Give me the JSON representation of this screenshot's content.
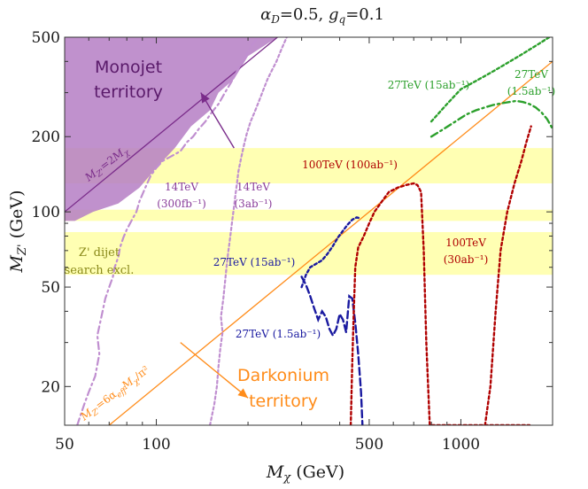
{
  "chart_data": {
    "type": "line",
    "title": "αD=0.5, gq=0.1",
    "title_parts": {
      "a": "α",
      "a_sub": "D",
      "a_val": "=0.5, ",
      "g": "g",
      "g_sub": "q",
      "g_val": "=0.1"
    },
    "xlabel": {
      "sym": "M",
      "sub": "χ",
      "unit": " (GeV)"
    },
    "ylabel": {
      "sym": "M",
      "sub": "Z'",
      "unit": " (GeV)"
    },
    "x_scale": "log",
    "y_scale": "log",
    "xlim": [
      50,
      2000
    ],
    "ylim": [
      14,
      500
    ],
    "x_ticks": [
      {
        "v": 50,
        "label": "50"
      },
      {
        "v": 100,
        "label": "100"
      },
      {
        "v": 500,
        "label": "500"
      },
      {
        "v": 1000,
        "label": "1000"
      }
    ],
    "y_ticks": [
      {
        "v": 20,
        "label": "20"
      },
      {
        "v": 50,
        "label": "50"
      },
      {
        "v": 100,
        "label": "100"
      },
      {
        "v": 200,
        "label": "200"
      },
      {
        "v": 500,
        "label": "500"
      }
    ],
    "grid": false,
    "colors": {
      "monojet_fill": "#b57ec4",
      "monojet_line": "#7a2c8a",
      "monojet_text": "#5a1a6a",
      "dijet_band": "#ffffb3",
      "dijet_text": "#8a8a1a",
      "darkonium": "#ff8c1a",
      "lhc14": "#c08fd0",
      "lhc14_text": "#8a3d9a",
      "hl27": "#1a1aa0",
      "fcc100": "#b00000",
      "he27_green": "#2ca02c"
    },
    "regions": {
      "monojet": {
        "label_line1": "Monojet",
        "label_line2": "territory",
        "boundary_label": {
          "sym": "M",
          "sub": "Z'",
          "rhs": "=2",
          "sym2": "M",
          "sub2": "χ"
        }
      },
      "darkonium": {
        "label_line1": "Darkonium",
        "label_line2": "territory",
        "boundary_label": {
          "sym": "M",
          "sub": "Z'",
          "rhs": "=6α",
          "sub_eff": "eff",
          "sym2": "M",
          "sub2": "χ",
          "tail": "/π²"
        }
      },
      "dijet": {
        "label_line1": "Z' dijet",
        "label_line2": "search excl.",
        "bands": [
          [
            130,
            180
          ],
          [
            92,
            102
          ],
          [
            56,
            83
          ]
        ]
      }
    },
    "series": [
      {
        "name": "14TeV (300fb⁻¹)",
        "label_line1": "14TeV",
        "label_line2": "(300fb⁻¹)",
        "x": [
          55,
          58,
          60,
          63,
          65,
          64,
          66,
          68,
          70,
          72,
          73,
          75,
          76,
          78,
          80,
          82,
          84,
          86,
          88,
          92,
          96,
          100,
          105,
          110,
          115,
          120,
          126,
          132,
          138,
          145,
          152,
          160,
          168,
          176,
          185,
          194,
          205,
          215
        ],
        "y": [
          14,
          17,
          19,
          22,
          27,
          32,
          38,
          45,
          50,
          55,
          60,
          66,
          72,
          79,
          85,
          90,
          95,
          100,
          110,
          125,
          140,
          150,
          160,
          165,
          170,
          175,
          190,
          200,
          215,
          230,
          250,
          270,
          300,
          330,
          370,
          410,
          460,
          500
        ]
      },
      {
        "name": "14TeV (3ab⁻¹)",
        "label_line1": "14TeV",
        "label_line2": "(3ab⁻¹)",
        "x": [
          150,
          155,
          158,
          160,
          162,
          165,
          163,
          166,
          168,
          170,
          172,
          174,
          176,
          178,
          180,
          182,
          184,
          186,
          190,
          194,
          198,
          204,
          210,
          218,
          225,
          232,
          240,
          248,
          258,
          268
        ],
        "y": [
          14,
          17,
          20,
          24,
          28,
          33,
          38,
          45,
          52,
          60,
          68,
          76,
          85,
          95,
          105,
          118,
          130,
          145,
          165,
          185,
          205,
          230,
          250,
          280,
          310,
          340,
          370,
          400,
          450,
          500
        ]
      },
      {
        "name": "27TeV (15ab⁻¹)",
        "label_line1": "27TeV (15ab⁻¹)",
        "x": [
          300,
          310,
          320,
          335,
          350,
          365,
          380,
          395,
          410,
          425,
          440,
          455,
          470
        ],
        "y": [
          50,
          56,
          60,
          62,
          64,
          68,
          73,
          79,
          84,
          89,
          93,
          95,
          94
        ]
      },
      {
        "name": "27TeV (1.5ab⁻¹)",
        "label_line1": "27TeV (1.5ab⁻¹)",
        "x": [
          300,
          310,
          320,
          330,
          340,
          350,
          360,
          370,
          380,
          390,
          400,
          410,
          420,
          430,
          440,
          450,
          460,
          470,
          475
        ],
        "y": [
          55,
          51,
          46,
          41,
          37,
          40,
          38,
          34,
          32,
          34,
          39,
          37,
          33,
          46,
          45,
          36,
          27,
          19,
          14
        ]
      },
      {
        "name": "100TeV (100ab⁻¹)",
        "label_line1": "100TeV (100ab⁻¹)",
        "x": [
          435,
          440,
          445,
          450,
          460,
          480,
          500,
          520,
          550,
          580,
          620,
          660,
          700,
          720,
          740,
          755,
          770,
          790,
          810,
          840,
          870,
          900,
          940,
          990,
          1040,
          1100,
          1160,
          1220,
          1280,
          1340,
          1400,
          1450,
          1500,
          1550,
          1600,
          1640,
          1680
        ],
        "y": [
          14,
          25,
          40,
          60,
          72,
          80,
          90,
          100,
          110,
          120,
          125,
          128,
          130,
          128,
          120,
          70,
          30,
          14,
          14,
          14,
          14,
          14,
          14,
          14,
          14,
          14,
          14,
          14,
          14,
          14,
          14,
          14,
          14,
          14,
          14,
          14,
          14
        ]
      },
      {
        "name": "100TeV (30ab⁻¹)",
        "label_line1": "100TeV",
        "label_line2": "(30ab⁻¹)",
        "x": [
          1200,
          1250,
          1300,
          1350,
          1420,
          1500,
          1580,
          1640,
          1680,
          1700
        ],
        "y": [
          14,
          20,
          40,
          70,
          100,
          130,
          160,
          190,
          210,
          220
        ]
      },
      {
        "name": "27TeV (15ab⁻¹) HE",
        "label_line1": "27TeV (15ab⁻¹)",
        "x": [
          800,
          900,
          1000,
          1100,
          1200,
          1300,
          1400,
          1500,
          1600,
          1700,
          1800,
          1900,
          1950
        ],
        "y": [
          230,
          270,
          310,
          330,
          350,
          370,
          390,
          410,
          430,
          450,
          470,
          490,
          500
        ]
      },
      {
        "name": "27TeV (1.5ab⁻¹) HE",
        "label_line1": "27TeV",
        "label_line2": "(1.5ab⁻¹)",
        "x": [
          800,
          880,
          960,
          1040,
          1120,
          1200,
          1280,
          1360,
          1440,
          1520,
          1600,
          1680,
          1760,
          1840,
          1920,
          2000
        ],
        "y": [
          200,
          215,
          230,
          245,
          255,
          262,
          268,
          272,
          275,
          278,
          275,
          270,
          262,
          250,
          235,
          215
        ]
      }
    ],
    "annotations": {
      "arrow_monojet": {
        "from": [
          180,
          180
        ],
        "to": [
          140,
          300
        ]
      },
      "arrow_darkonium": {
        "from": [
          120,
          30
        ],
        "to": [
          200,
          18
        ]
      }
    }
  }
}
